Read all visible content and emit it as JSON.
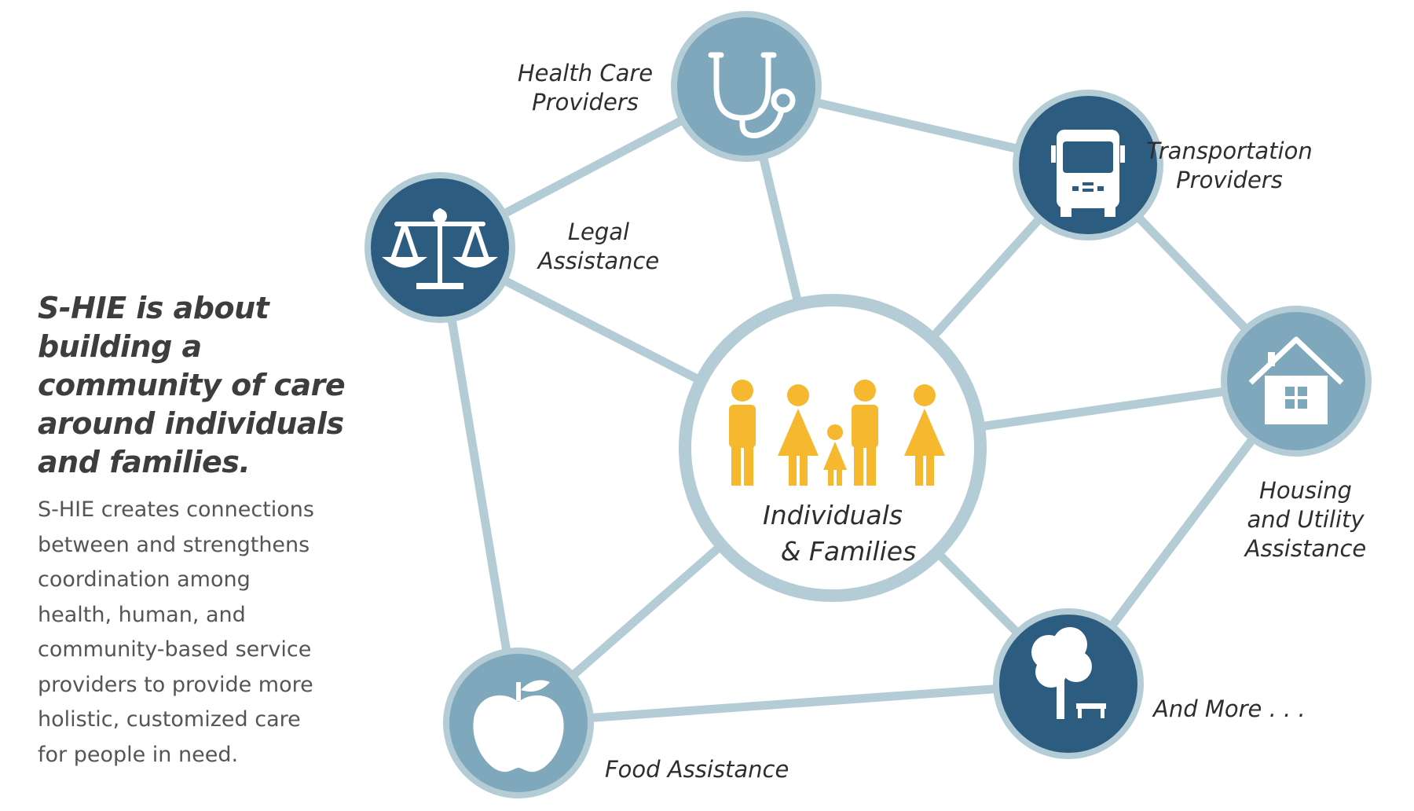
{
  "intro": {
    "headline": "S-HIE is about\nbuilding a\ncommunity of care\naround individuals\nand families.",
    "body": "S-HIE creates connections\nbetween and strengthens\ncoordination among\nhealth, human, and\ncommunity-based service\nproviders to provide more\nholistic, customized care\nfor people in need."
  },
  "colors": {
    "connector": "#b4ccd6",
    "dark_node": "#2c5d80",
    "light_node": "#7fa8bd",
    "family_icon": "#f5b82e"
  },
  "center": {
    "label_line1": "Individuals",
    "label_line2": "& Families",
    "icon": "family-icon"
  },
  "nodes": [
    {
      "id": "health",
      "label_line1": "Health Care",
      "label_line2": "Providers",
      "icon": "stethoscope-icon",
      "style": "light"
    },
    {
      "id": "legal",
      "label_line1": "Legal",
      "label_line2": "Assistance",
      "icon": "scales-icon",
      "style": "dark"
    },
    {
      "id": "transport",
      "label_line1": "Transportation",
      "label_line2": "Providers",
      "icon": "bus-icon",
      "style": "dark"
    },
    {
      "id": "housing",
      "label_line1": "Housing",
      "label_line2": "and Utility",
      "label_line3": "Assistance",
      "icon": "house-icon",
      "style": "light"
    },
    {
      "id": "more",
      "label_line1": "And More . . .",
      "icon": "tree-bench-icon",
      "style": "dark"
    },
    {
      "id": "food",
      "label_line1": "Food Assistance",
      "icon": "apple-icon",
      "style": "light"
    }
  ]
}
